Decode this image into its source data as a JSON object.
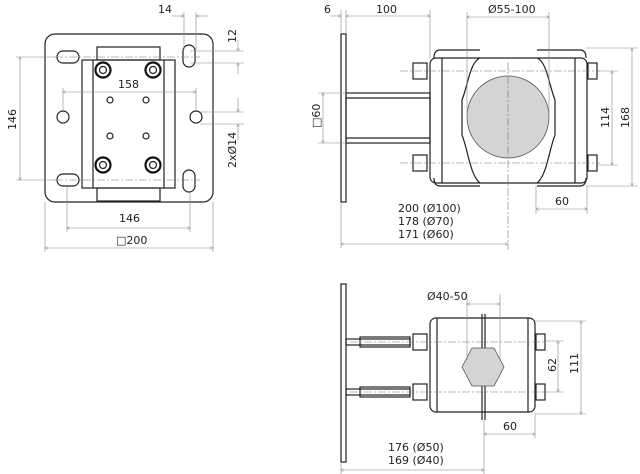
{
  "front_view": {
    "dim_slot_width": "14",
    "dim_slot_length": "12",
    "dim_vertical_spacing": "146",
    "dim_hole_spacing": "158",
    "dim_holes": "2xØ14",
    "dim_horizontal_spacing": "146",
    "dim_plate": "□200"
  },
  "side_view_large": {
    "dim_plate_thickness": "6",
    "dim_arm_length": "100",
    "dim_pipe_range": "Ø55-100",
    "dim_tube": "□60",
    "dim_bolt_spacing": "114",
    "dim_height": "168",
    "dim_clamp_width": "60",
    "dim_totals": [
      "200 (Ø100)",
      "178 (Ø70)",
      "171 (Ø60)"
    ]
  },
  "side_view_small": {
    "dim_pipe_range": "Ø40-50",
    "dim_bolt_spacing": "62",
    "dim_height": "111",
    "dim_clamp_width": "60",
    "dim_totals": [
      "176 (Ø50)",
      "169 (Ø40)"
    ]
  }
}
